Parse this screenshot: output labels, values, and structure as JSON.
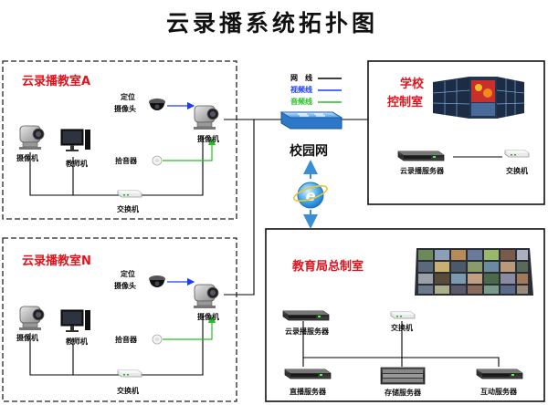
{
  "title": "云录播系统拓扑图",
  "legend": {
    "network": "网　线",
    "video": "视频线",
    "audio": "音频线",
    "network_color": "#000000",
    "video_color": "#1a3cff",
    "audio_color": "#22c122"
  },
  "classroom_a": {
    "title": "云录播教室A",
    "ptz_camera": "定位\n摄像头",
    "teacher_cam": "摄像机",
    "teacher_pc": "教师机",
    "student_cam": "摄像机",
    "mic": "拾音器",
    "switch": "交换机"
  },
  "classroom_n": {
    "title": "云录播教室N",
    "ptz_camera": "定位\n摄像头",
    "teacher_cam": "摄像机",
    "teacher_pc": "教师机",
    "student_cam": "摄像机",
    "mic": "拾音器",
    "switch": "交换机"
  },
  "campus_net": "校园网",
  "school_control": {
    "title": "学校\n控制室",
    "server": "云录播服务器",
    "switch": "交换机"
  },
  "bureau_control": {
    "title": "教育局总制室",
    "server": "云录播服务器",
    "switch": "交换机",
    "live_server": "直播服务器",
    "storage_server": "存储服务器",
    "interactive_server": "互动服务器"
  },
  "colors": {
    "accent_red": "#e0141e",
    "border": "#222222"
  }
}
